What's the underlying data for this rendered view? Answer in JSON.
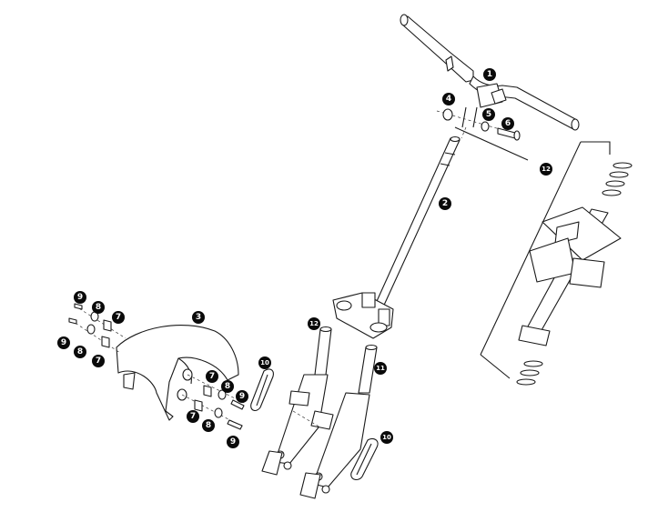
{
  "diagram": {
    "labels": [
      "1",
      "2",
      "3",
      "4",
      "5",
      "6",
      "7",
      "8",
      "9",
      "10",
      "11",
      "12"
    ],
    "callout_color": "#0a0a0a",
    "line_color": "#1a1a1a"
  }
}
